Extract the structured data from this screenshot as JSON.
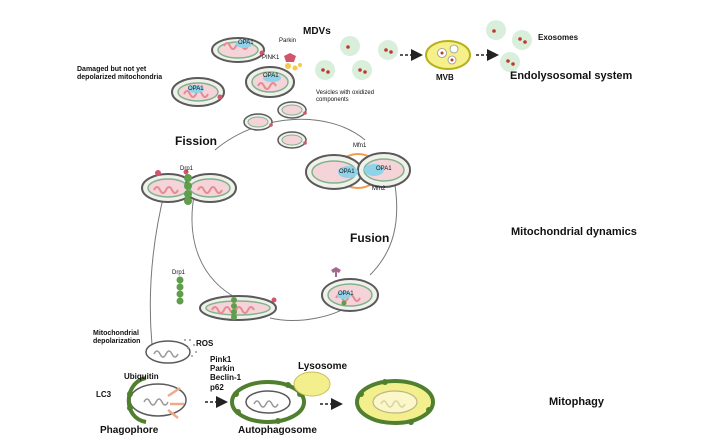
{
  "labels": {
    "mdvs": "MDVs",
    "parkin_top": "Parkin",
    "pink1_top": "PINK1",
    "opa1_damaged_1": "OPA1",
    "opa1_damaged_2": "OPA1",
    "opa1_damaged_3": "OPA1",
    "damaged_not_depolarized": "Damaged but not yet\ndepolarized mitochondria",
    "vesicles_oxidized": "Vesicles with oxidized\ncomponents",
    "mvb": "MVB",
    "exosomes": "Exosomes",
    "endolysosomal_system": "Endolysosomal system",
    "fission": "Fission",
    "drp1_top": "Drp1",
    "mfn1": "Mfn1",
    "opa1_fusion_1": "OPA1",
    "opa1_fusion_2": "OPA1",
    "mfn2": "Mfn2",
    "fusion": "Fusion",
    "mitochondrial_dynamics": "Mitochondrial dynamics",
    "drp1_bottom": "Drp1",
    "opa1_bottom": "OPA1",
    "mitochondrial_depolarization": "Mitochondrial\ndepolarization",
    "ros": "ROS",
    "mitophagy_factors": "Pink1\nParkin\nBeclin-1\np62",
    "ubiquitin": "Ubiquitin",
    "lc3": "LC3",
    "lysosome": "Lysosome",
    "phagophore": "Phagophore",
    "autophagosome": "Autophagosome",
    "mitophagy": "Mitophagy"
  },
  "colors": {
    "mito_outline": "#5a5a5a",
    "mito_fill": "#f1f1ec",
    "cristae": "#e78a93",
    "matrix_green": "#7fb38c",
    "opa1_blue": "#8fd3e8",
    "parkin_red": "#d2566b",
    "pink1_yellow": "#f2c94c",
    "vesicle_green": "#d9efdc",
    "cargo_red": "#c0392b",
    "mvb_yellow": "#f5f08a",
    "drp1_green": "#5f9e4a",
    "phagophore_green": "#4f7f2f",
    "lysosome_yellow": "#f3ef8c",
    "mfn_orange": "#f0a04b"
  },
  "icons": [
    "mitochondrion-icon",
    "vesicle-icon",
    "mvb-icon",
    "exosome-icon",
    "drp1-ring-icon",
    "lysosome-icon",
    "phagophore-icon",
    "autophagosome-icon",
    "arrow-icon"
  ]
}
